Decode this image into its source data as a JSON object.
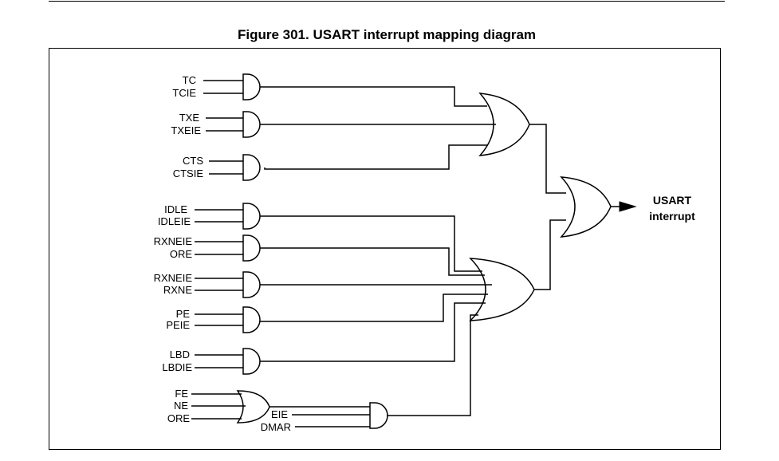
{
  "figure": {
    "title": "Figure 301. USART interrupt mapping diagram"
  },
  "signals": {
    "tc": "TC",
    "tcie": "TCIE",
    "txe": "TXE",
    "txeie": "TXEIE",
    "cts": "CTS",
    "ctsie": "CTSIE",
    "idle": "IDLE",
    "idleie": "IDLEIE",
    "rxneie_1": "RXNEIE",
    "ore_1": "ORE",
    "rxneie_2": "RXNEIE",
    "rxne": "RXNE",
    "pe": "PE",
    "peie": "PEIE",
    "lbd": "LBD",
    "lbdie": "LBDIE",
    "fe": "FE",
    "ne": "NE",
    "ore_2": "ORE",
    "eie": "EIE",
    "dmar": "DMAR"
  },
  "output": {
    "line1": "USART",
    "line2": "interrupt"
  }
}
